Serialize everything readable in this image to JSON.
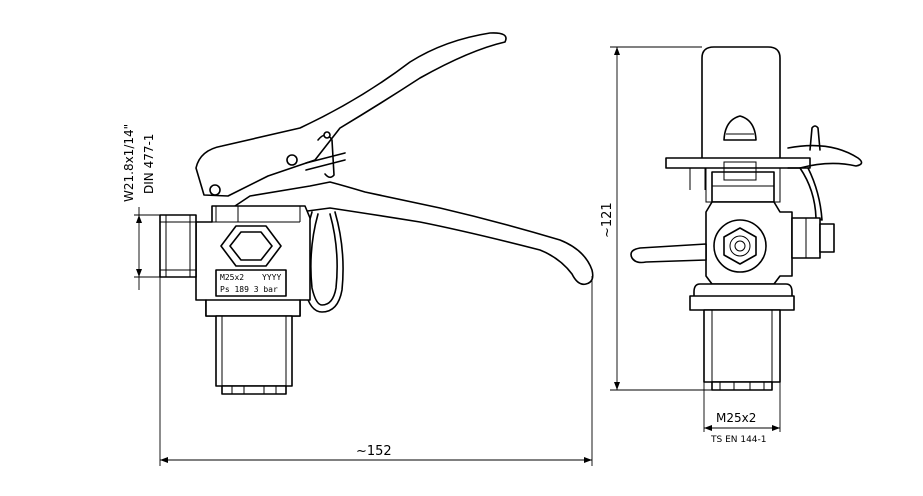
{
  "side_view": {
    "thread_label": "W21.8x1/14\"",
    "standard_label": "DIN 477-1",
    "plate_line1_left": "M25x2",
    "plate_line1_right": "YYYY",
    "plate_line2": "Ps 189  3  bar",
    "width_dimension": "~152"
  },
  "front_view": {
    "height_dimension": "~121",
    "neck_thread_label": "M25x2",
    "neck_standard_label": "TS EN 144-1"
  }
}
